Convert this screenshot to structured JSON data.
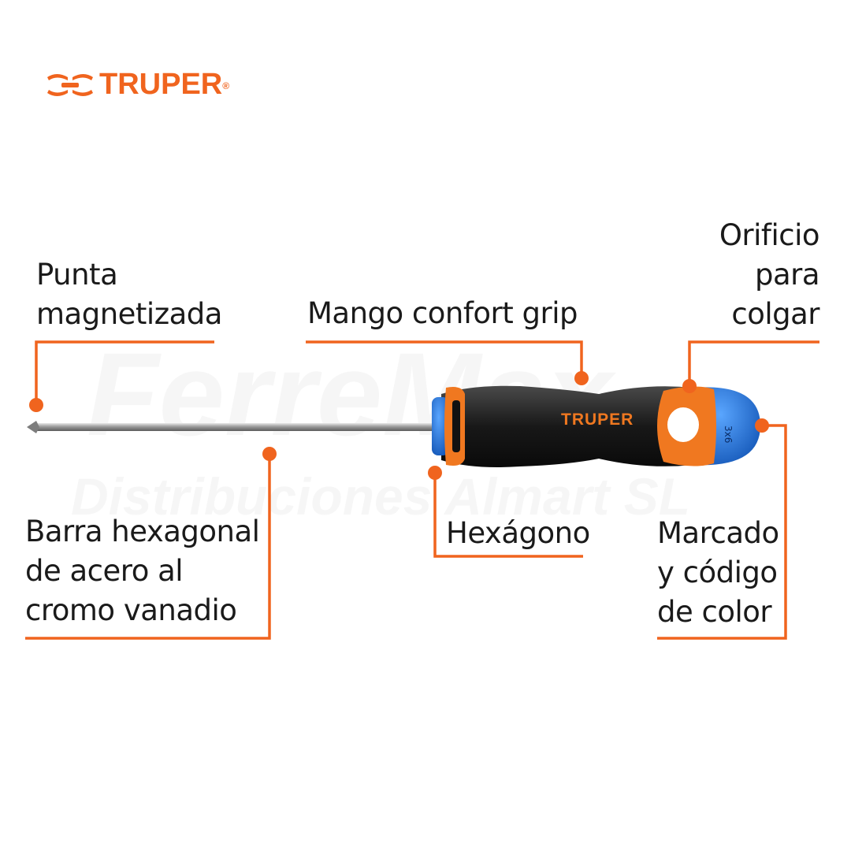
{
  "brand": {
    "name": "TRUPER",
    "registered_mark": "®",
    "handle_logo_text": "TRUPER",
    "accent_color": "#f0641e",
    "handle_blue": "#1f6fd6"
  },
  "watermark": {
    "line1": "FerreMax",
    "line2": "Distribuciones Almart SL"
  },
  "callouts": {
    "tip": [
      "Punta",
      "magnetizada"
    ],
    "handle": [
      "Mango confort grip"
    ],
    "hang_hole": [
      "Orificio",
      "para",
      "colgar"
    ],
    "shaft": [
      "Barra hexagonal",
      "de acero al",
      "cromo vanadio"
    ],
    "hexagon": [
      "Hexágono"
    ],
    "color_code": [
      "Marcado",
      "y código",
      "de color"
    ]
  }
}
